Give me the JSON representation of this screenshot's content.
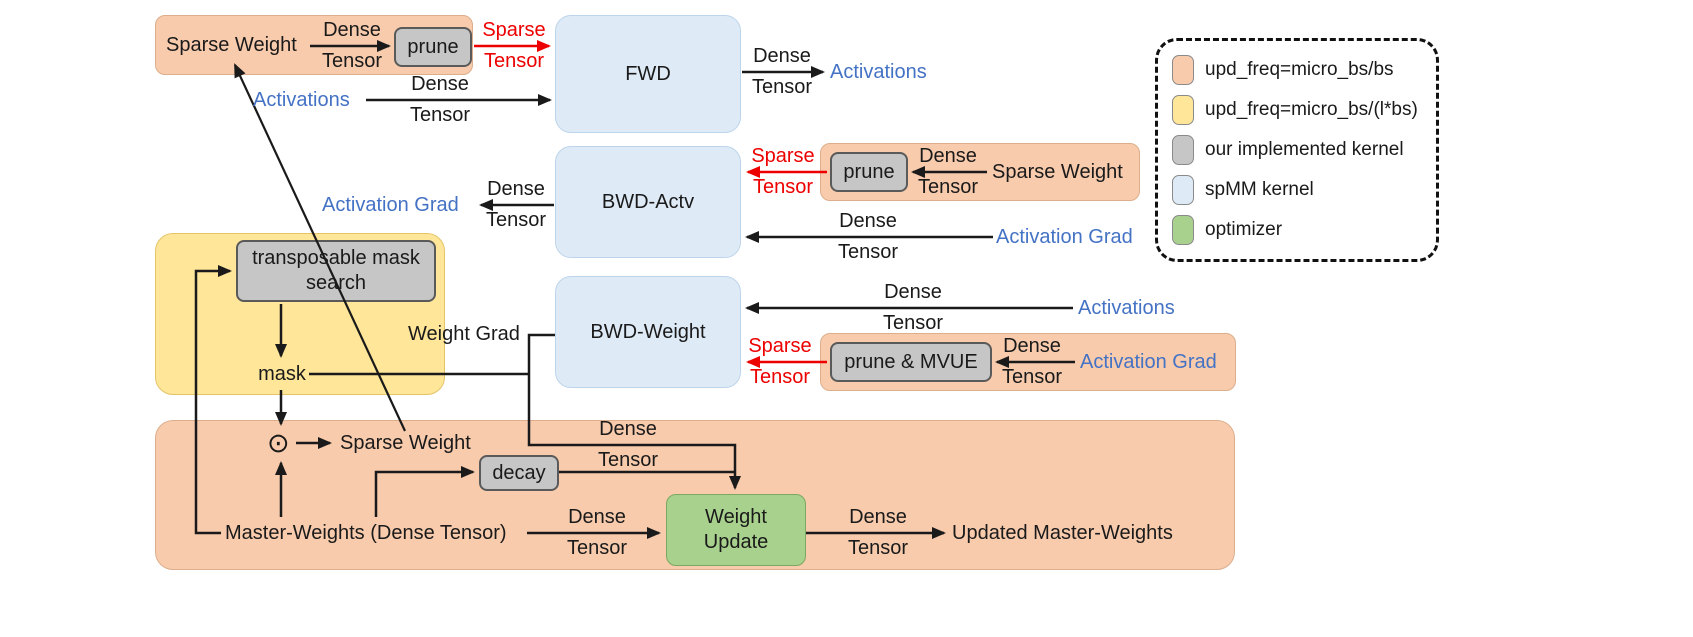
{
  "colors": {
    "peach": "#F8CBAD",
    "yellow": "#FFE699",
    "gray": "#C6C6C6",
    "spmm_blue": "#DEEBF7",
    "green": "#A9D18E",
    "blue_text": "#4472C4",
    "red": "#ED0000"
  },
  "labels": {
    "dense_tensor": "Dense Tensor",
    "sparse_tensor": "Sparse Tensor"
  },
  "nodes": {
    "sparse_weight_top": "Sparse Weight",
    "prune_fwd": "prune",
    "fwd": "FWD",
    "activations_fwd_in": "Activations",
    "activations_fwd_out": "Activations",
    "bwd_actv": "BWD-Actv",
    "prune_bwd": "prune",
    "sparse_weight_bwd": "Sparse Weight",
    "activation_grad_bwd_in": "Activation Grad",
    "activation_grad_bwd_out": "Activation Grad",
    "bwd_weight": "BWD-Weight",
    "activations_bwd_weight_in": "Activations",
    "prune_mvue": "prune & MVUE",
    "activation_grad_bwd_weight_in": "Activation Grad",
    "transposable_mask_search": "transposable mask search",
    "mask": "mask",
    "weight_grad": "Weight Grad",
    "elementwise_product": "⊙",
    "sparse_weight_bottom": "Sparse Weight",
    "decay": "decay",
    "master_weights": "Master-Weights (Dense Tensor)",
    "weight_update": "Weight Update",
    "updated_master_weights": "Updated Master-Weights"
  },
  "legend": {
    "items": [
      {
        "swatch_color": "#F8CBAD",
        "label": "upd_freq=micro_bs/bs"
      },
      {
        "swatch_color": "#FFE699",
        "label": "upd_freq=micro_bs/(l*bs)"
      },
      {
        "swatch_color": "#C6C6C6",
        "label": "our implemented kernel"
      },
      {
        "swatch_color": "#DEEBF7",
        "label": "spMM kernel"
      },
      {
        "swatch_color": "#A9D18E",
        "label": "optimizer"
      }
    ]
  }
}
